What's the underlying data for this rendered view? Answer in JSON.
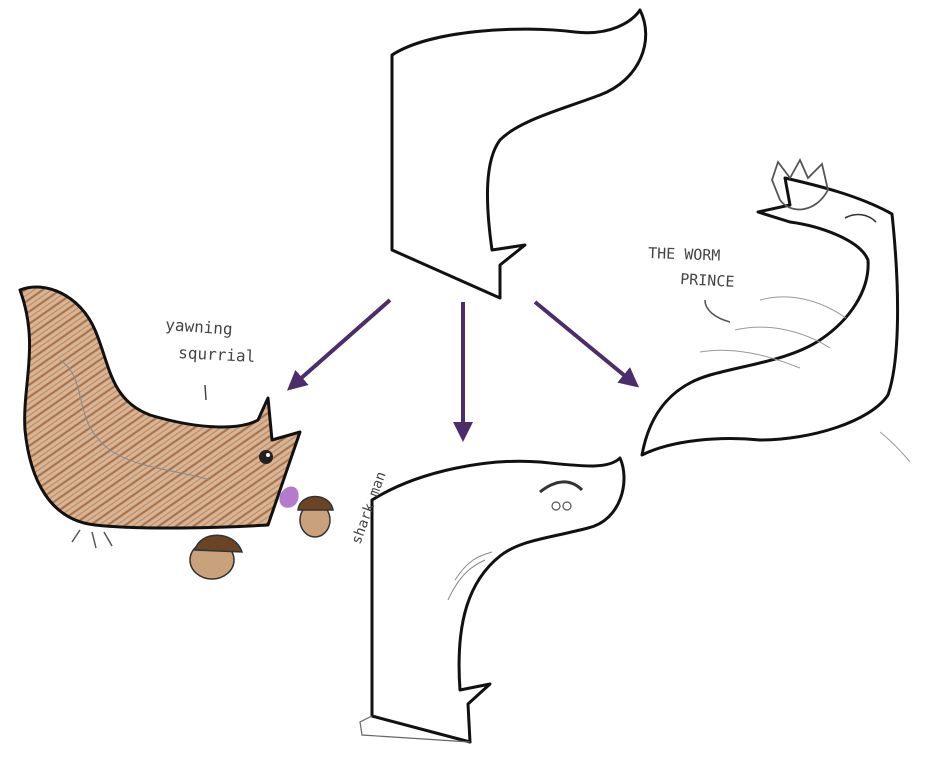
{
  "labels": {
    "squirrel_line1": "yawning",
    "squirrel_line2": "squrrial",
    "shark": "shark man",
    "worm_line1": "THE WORM",
    "worm_line2": "PRINCE"
  },
  "colors": {
    "arrow": "#4b2d6b",
    "outline": "#111111",
    "fur": "#b98a63",
    "fur_dark": "#7a4e2c",
    "acorn_cap": "#6b4426",
    "acorn_nut": "#c9a27c",
    "tongue": "#b47acb",
    "crown": "#555555",
    "pencil": "#888888"
  }
}
